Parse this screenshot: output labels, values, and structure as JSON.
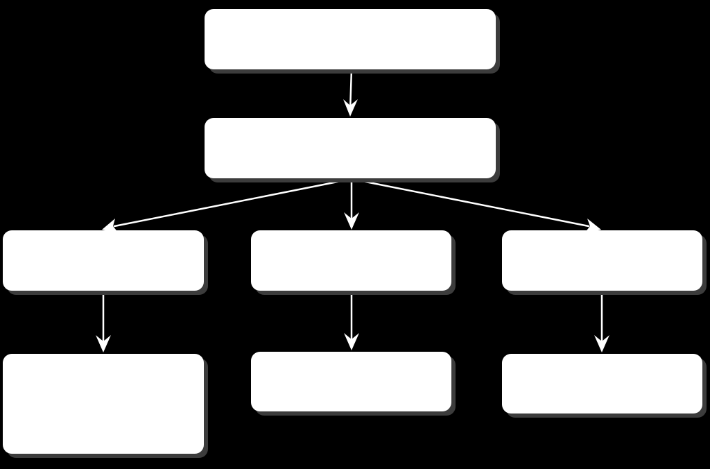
{
  "colors": {
    "background": "#000000",
    "node_fill": "#ffffff",
    "node_shadow": "#3c3c3c",
    "connector": "#ffffff"
  },
  "nodes": [
    {
      "id": "top",
      "label": ""
    },
    {
      "id": "middle",
      "label": ""
    },
    {
      "id": "left",
      "label": ""
    },
    {
      "id": "center",
      "label": ""
    },
    {
      "id": "right",
      "label": ""
    },
    {
      "id": "bottom-left",
      "label": ""
    },
    {
      "id": "bottom-center",
      "label": ""
    },
    {
      "id": "bottom-right",
      "label": ""
    }
  ],
  "edges": [
    {
      "from": "top",
      "to": "middle"
    },
    {
      "from": "middle",
      "to": "left"
    },
    {
      "from": "middle",
      "to": "center"
    },
    {
      "from": "middle",
      "to": "right"
    },
    {
      "from": "left",
      "to": "bottom-left"
    },
    {
      "from": "center",
      "to": "bottom-center"
    },
    {
      "from": "right",
      "to": "bottom-right"
    }
  ]
}
